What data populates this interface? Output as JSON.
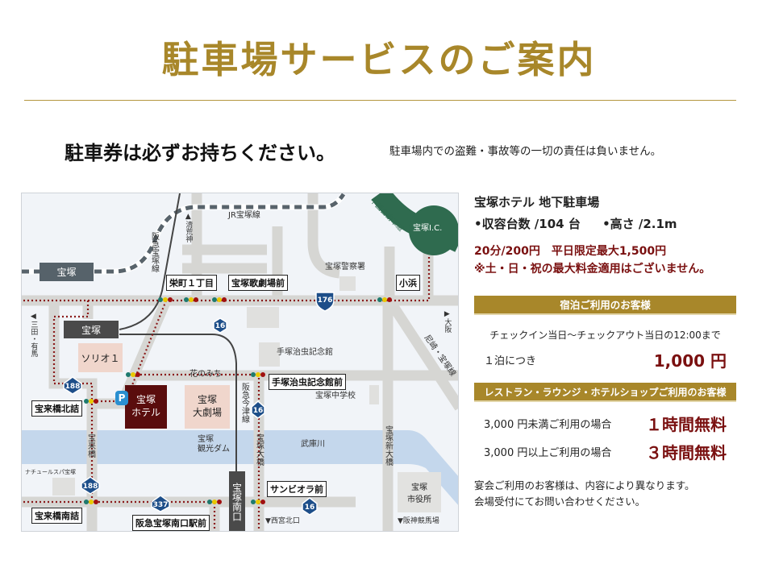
{
  "header": {
    "title": "駐車場サービスのご案内",
    "notice": "駐車券は必ずお持ちください。",
    "disclaimer": "駐車場内での盗難・事故等の一切の責任は負いません。"
  },
  "colors": {
    "gold": "#a8872a",
    "dark_red": "#7a1010",
    "hotel": "#5a0d0d",
    "river": "#c4d7ec",
    "highway": "#2f6b4f",
    "route_shield": "#1d4e89"
  },
  "map": {
    "stations": {
      "jr_takarazuka": "宝塚",
      "hankyu_takarazuka": "宝塚",
      "minamiguchi": "宝塚南口"
    },
    "lines": {
      "jr": "JR宝塚線",
      "hankyu_takarazuka": "阪急宝塚線",
      "hankyu_imazu": "阪急今津線",
      "highway": "中国自動車道",
      "amagasaki": "尼崎・宝塚線"
    },
    "ic": "宝塚I.C.",
    "directions": {
      "kiyoshikojin": "▲清荒神",
      "sanda": "◀三田・有馬",
      "osaka": "▶大阪",
      "nishinomiya": "▼西宮北口",
      "hanshin": "▼阪神競馬場"
    },
    "intersections": {
      "sakaemachi": "栄町１丁目",
      "kagekijo": "宝塚歌劇場前",
      "kohama": "小浜",
      "tezuka_mae": "手塚治虫記念館前",
      "horaibashi_kita": "宝来橋北詰",
      "horaibashi_minami": "宝来橋南詰",
      "minamiguchi_ekimae": "阪急宝塚南口駅前",
      "sunvioera": "サンビオラ前"
    },
    "places": {
      "police": "宝塚警察署",
      "tezuka": "手塚治虫記念館",
      "school": "宝塚中学校",
      "sorio": "ソリオ１",
      "hotel": "宝塚\nホテル",
      "parking": "P",
      "theater": "宝塚\n大劇場",
      "dam": "宝塚\n観光ダム",
      "river": "武庫川",
      "spa": "ナチュールスパ宝塚",
      "city_hall": "宝塚\n市役所",
      "hananomichi": "花のみち"
    },
    "bridges": {
      "horai": "宝来橋",
      "ohashi": "宝塚大橋",
      "shin_ohashi": "宝塚新大橋"
    },
    "routes": {
      "r176": "176",
      "r16": "16",
      "r188": "188",
      "r337": "337"
    }
  },
  "info": {
    "name": "宝塚ホテル 地下駐車場",
    "capacity": "•収容台数 /104 台",
    "height": "•高さ /2.1m",
    "rate": "20分/200円　平日限定最大1,500円",
    "note": "※土・日・祝の最大料金適用はございません。",
    "stay": {
      "header": "宿泊ご利用のお客様",
      "period": "チェックイン当日〜チェックアウト当日の12:00まで",
      "label": "１泊につき",
      "price": "1,000 円"
    },
    "restaurant": {
      "header": "レストラン・ラウンジ・ホテルショップご利用のお客様",
      "rows": [
        {
          "cond": "3,000 円未満ご利用の場合",
          "benefit": "１時間無料"
        },
        {
          "cond": "3,000 円以上ご利用の場合",
          "benefit": "３時間無料"
        }
      ]
    },
    "banquet": [
      "宴会ご利用のお客様は、内容により異なります。",
      "会場受付にてお問い合わせください。"
    ]
  }
}
